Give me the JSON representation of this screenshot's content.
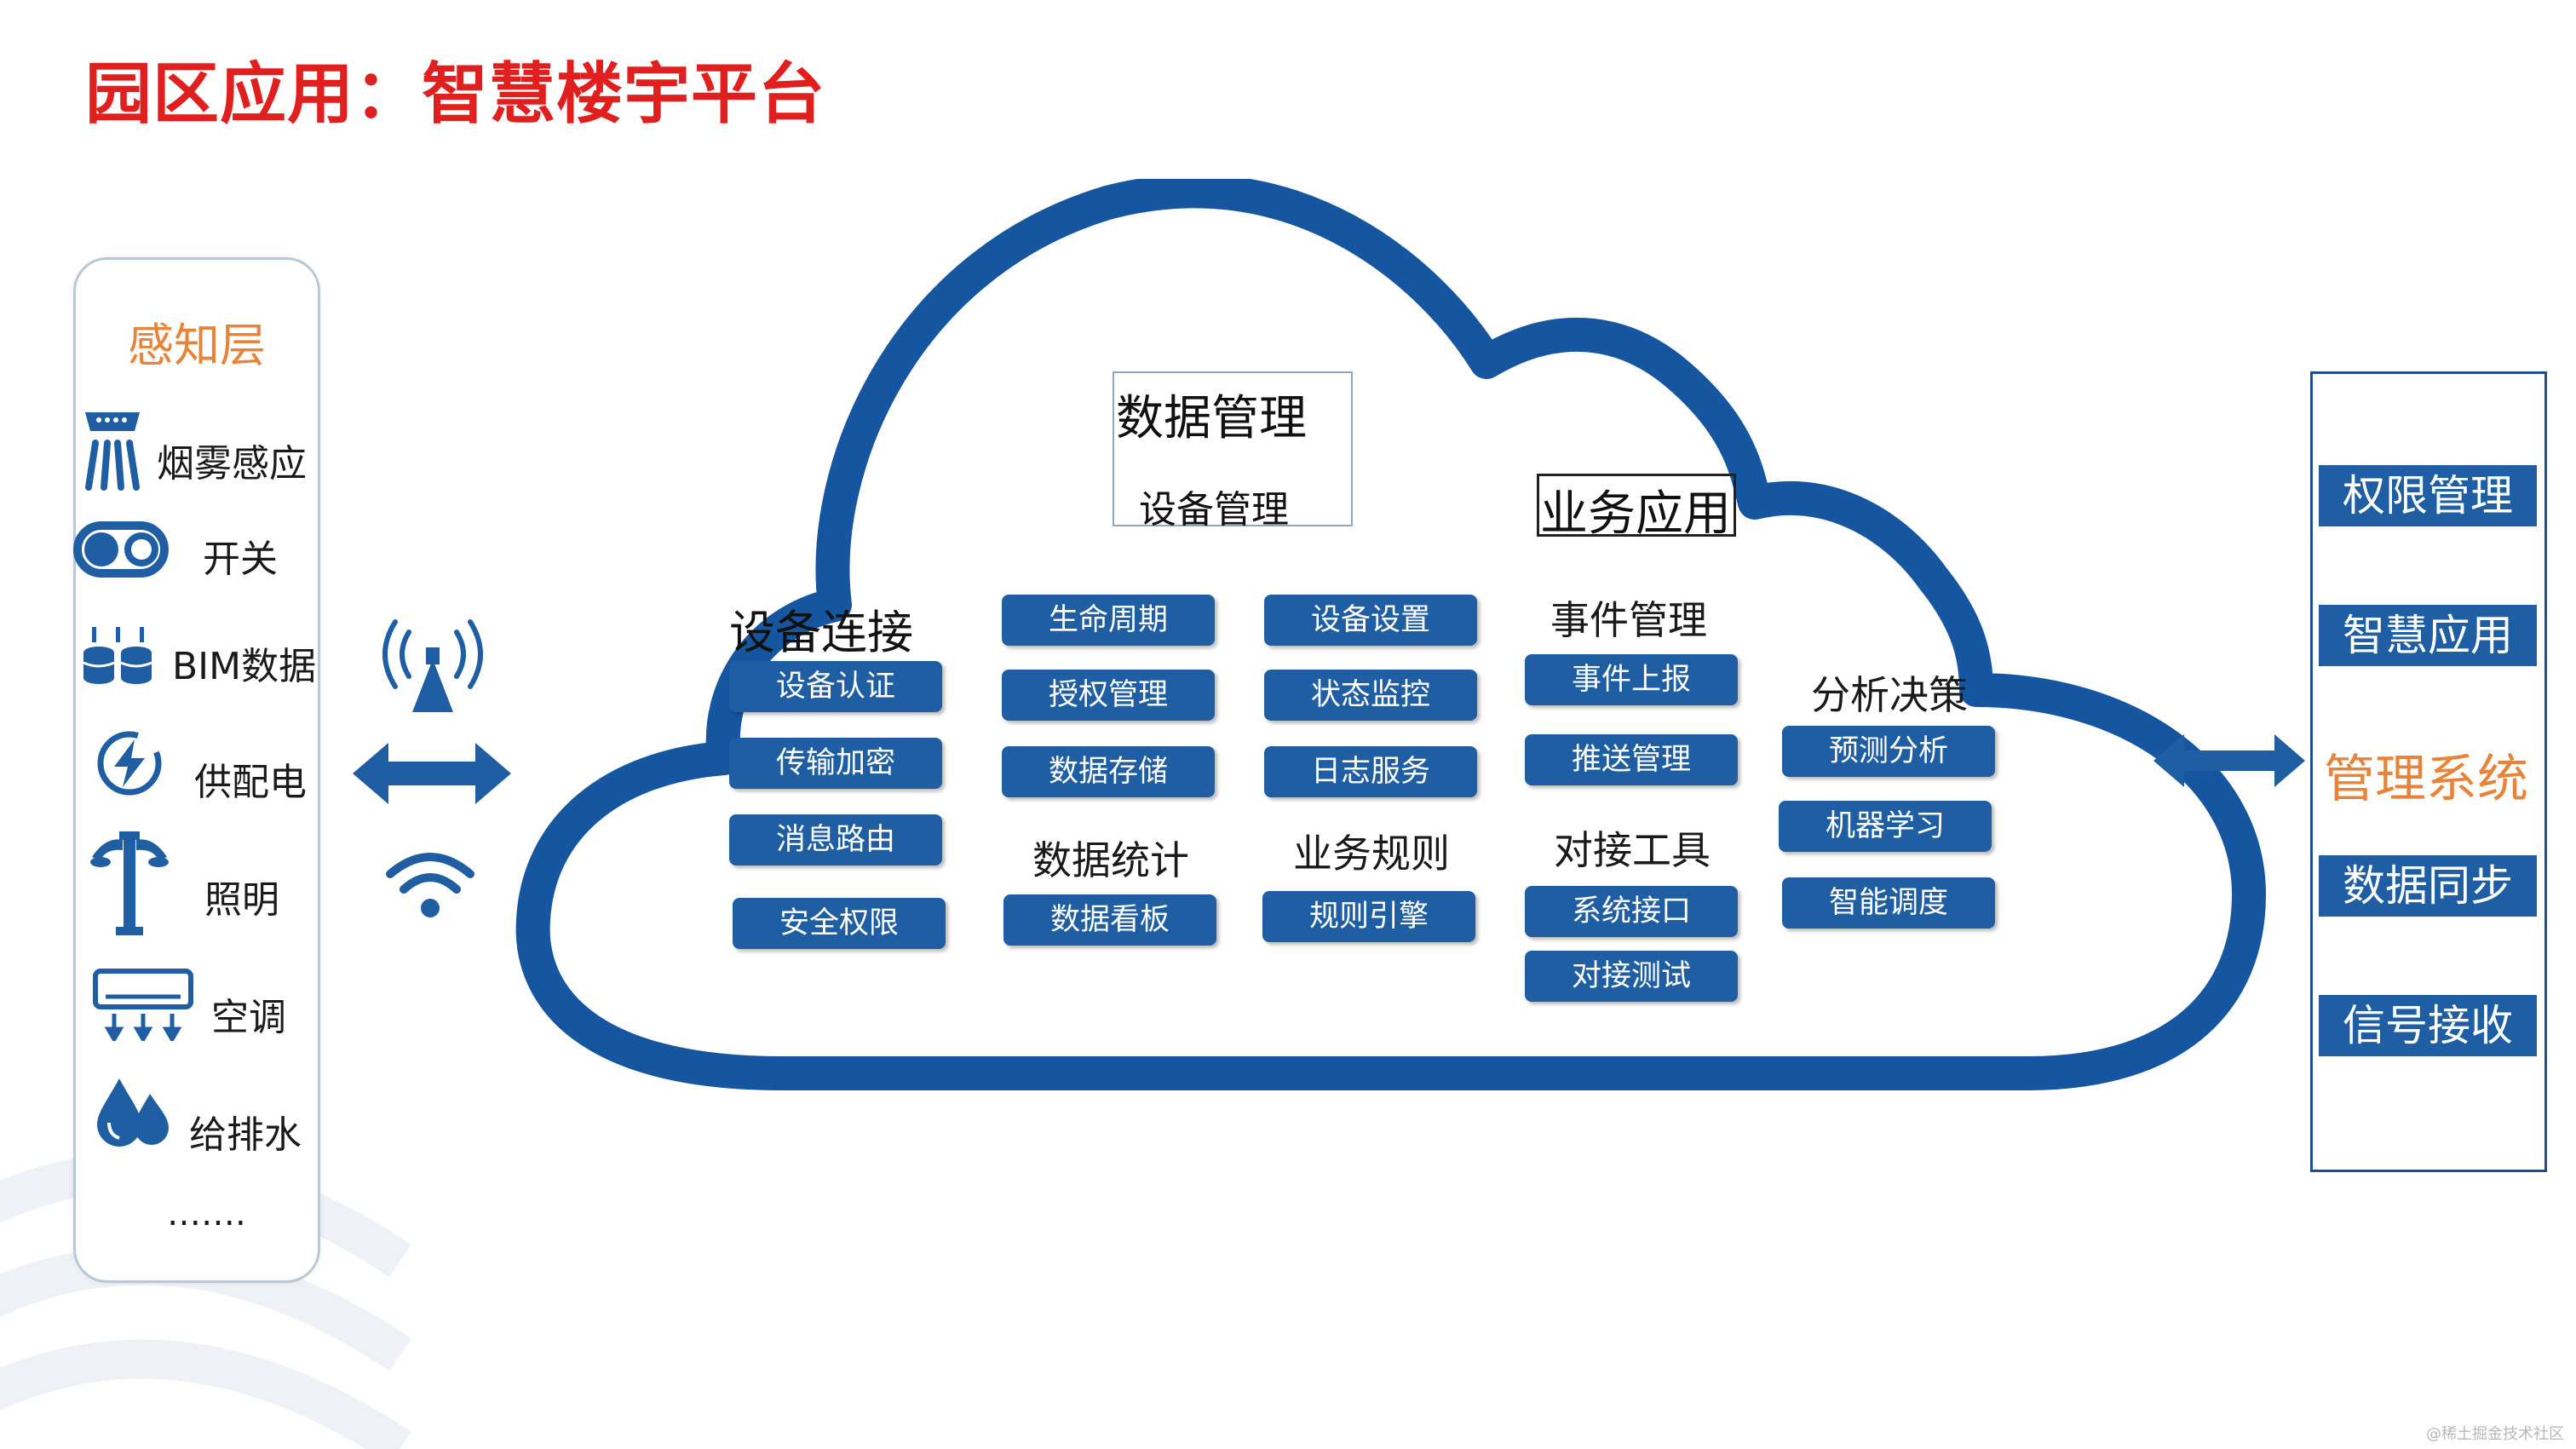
{
  "title": "园区应用：智慧楼宇平台",
  "sensor_layer": {
    "title": "感知层",
    "items": [
      {
        "label": "烟雾感应",
        "icon": "smoke-sensor-icon"
      },
      {
        "label": "开关",
        "icon": "switch-icon"
      },
      {
        "label": "BIM数据",
        "icon": "bim-data-icon"
      },
      {
        "label": "供配电",
        "icon": "power-supply-icon"
      },
      {
        "label": "照明",
        "icon": "street-lamp-icon"
      },
      {
        "label": "空调",
        "icon": "air-conditioner-icon"
      },
      {
        "label": "给排水",
        "icon": "water-drops-icon"
      }
    ],
    "more": "……."
  },
  "connection_icons": [
    "antenna-icon",
    "double-arrow-icon",
    "wifi-icon"
  ],
  "cloud": {
    "device_connect": {
      "title": "设备连接",
      "items": [
        "设备认证",
        "传输加密",
        "消息路由",
        "安全权限"
      ]
    },
    "data_mgmt": {
      "title": "数据管理",
      "sub": "设备管理"
    },
    "col2": {
      "items": [
        "生命周期",
        "授权管理",
        "数据存储"
      ],
      "stats_title": "数据统计",
      "stats_item": "数据看板"
    },
    "col3": {
      "items": [
        "设备设置",
        "状态监控",
        "日志服务"
      ],
      "rules_title": "业务规则",
      "rules_item": "规则引擎"
    },
    "business_app": {
      "title": "业务应用"
    },
    "event_mgmt": {
      "title": "事件管理",
      "items": [
        "事件上报",
        "推送管理"
      ]
    },
    "dock_tools": {
      "title": "对接工具",
      "items": [
        "系统接口",
        "对接测试"
      ]
    },
    "analysis": {
      "title": "分析决策",
      "items": [
        "预测分析",
        "机器学习",
        "智能调度"
      ]
    }
  },
  "management_system": {
    "title": "管理系统",
    "items": [
      "权限管理",
      "智慧应用",
      "数据同步",
      "信号接收"
    ]
  },
  "colors": {
    "title": "#e0201f",
    "accent": "#e8833a",
    "blue": "#1f5ea3",
    "cloud": "#1656a0"
  },
  "footer": "@稀土掘金技术社区"
}
